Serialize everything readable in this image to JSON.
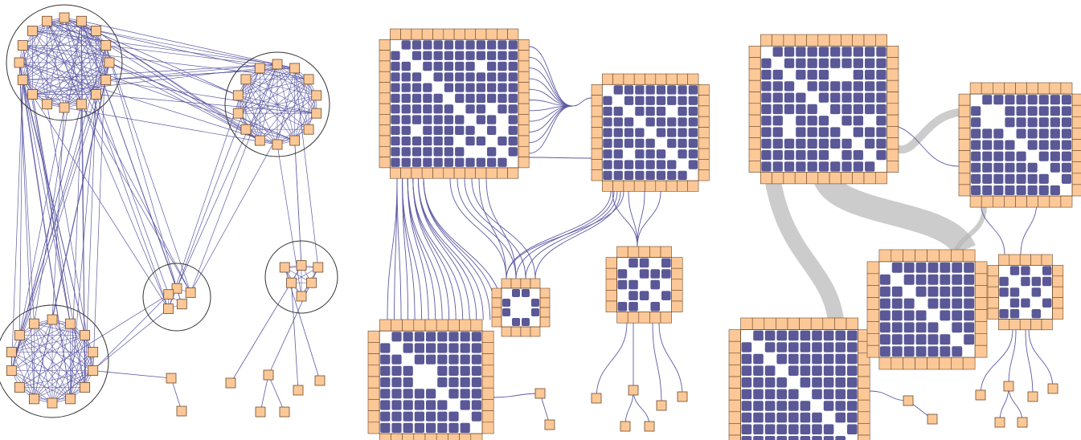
{
  "colors": {
    "node_fill": "#fcc898",
    "node_stroke": "#6b4a2a",
    "edge": "#5d5aa3",
    "matrix_cell": "#5a5896",
    "matrix_diag": "#ffffff",
    "halo": "#b7b7b7",
    "circle_stroke": "#333333",
    "background": "#ffffff"
  },
  "panels": [
    {
      "id": "node-link",
      "style": "node-link",
      "communities": [
        {
          "id": "A",
          "nodes": 16
        },
        {
          "id": "B",
          "nodes": 14
        },
        {
          "id": "C",
          "nodes": 14
        },
        {
          "id": "D",
          "nodes": 5
        },
        {
          "id": "E",
          "nodes": 6
        }
      ],
      "isolated_groups": [
        {
          "attached_to": "C",
          "nodes": 2
        },
        {
          "attached_to": "E",
          "nodes": 6
        }
      ]
    },
    {
      "id": "nodetrix",
      "style": "matrix-with-curved-links",
      "matrices": [
        {
          "id": "A",
          "size": 12
        },
        {
          "id": "B",
          "size": 9
        },
        {
          "id": "C",
          "size": 9
        },
        {
          "id": "D",
          "size": 4
        },
        {
          "id": "E",
          "size": 5
        }
      ]
    },
    {
      "id": "nodetrix-bundled",
      "style": "matrix-with-bundled-links",
      "matrices": [
        {
          "id": "A",
          "size": 11
        },
        {
          "id": "B",
          "size": 9
        },
        {
          "id": "C",
          "size": 10
        },
        {
          "id": "D",
          "size": 8
        },
        {
          "id": "E",
          "size": 5
        }
      ]
    }
  ]
}
